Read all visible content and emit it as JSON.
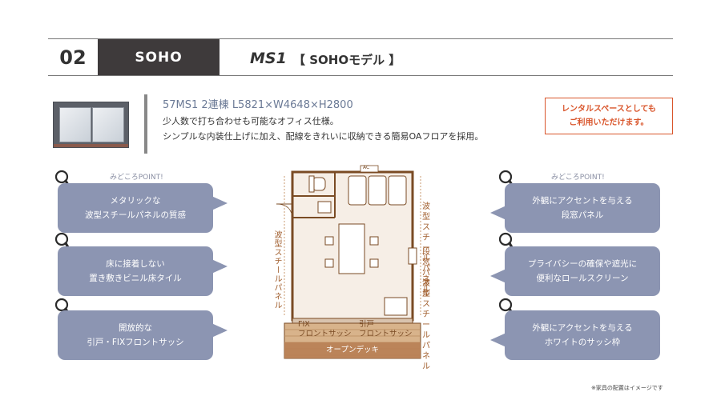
{
  "header": {
    "number": "02",
    "category": "SOHO",
    "model": "MS1",
    "model_name": "【 SOHOモデル 】"
  },
  "spec": "57MS1 2連棟 L5821×W4648×H2800",
  "description": [
    "少人数で打ち合わせも可能なオフィス仕様。",
    "シンプルな内装仕上げに加え、配線をきれいに収納できる簡易OAフロアを採用。"
  ],
  "rental_note": [
    "レンタルスペースとしても",
    "ご利用いただけます。"
  ],
  "left_points": {
    "title": "みどころPOINT!",
    "items": [
      [
        "メタリックな",
        "波型スチールパネルの質感"
      ],
      [
        "床に接着しない",
        "置き敷きビニル床タイル"
      ],
      [
        "開放的な",
        "引戸・FIXフロントサッシ"
      ]
    ]
  },
  "right_points": {
    "title": "みどころPOINT!",
    "items": [
      [
        "外観にアクセントを与える",
        "段窓パネル"
      ],
      [
        "プライバシーの確保や遮光に",
        "便利なロールスクリーン"
      ],
      [
        "外観にアクセントを与える",
        "ホワイトのサッシ枠"
      ]
    ]
  },
  "plan": {
    "ac": "AC",
    "left_wall": "波型スチールパネル",
    "right_top": [
      "波型",
      "スチールパネル"
    ],
    "right_mid": [
      "段窓",
      "パネル"
    ],
    "right_bot": [
      "波型",
      "スチールパネル"
    ],
    "fix_sash": [
      "FIX",
      "フロントサッシ"
    ],
    "sliding_sash": [
      "引戸",
      "フロントサッシ"
    ],
    "deck": "オープンデッキ"
  },
  "footnote": "※家具の配置はイメージです",
  "colors": {
    "header_dark": "#3e3a3b",
    "bubble": "#8c95b2",
    "accent_orange": "#d9552b",
    "plan_brown": "#a05d2c",
    "spec_blue": "#6b7a96"
  }
}
